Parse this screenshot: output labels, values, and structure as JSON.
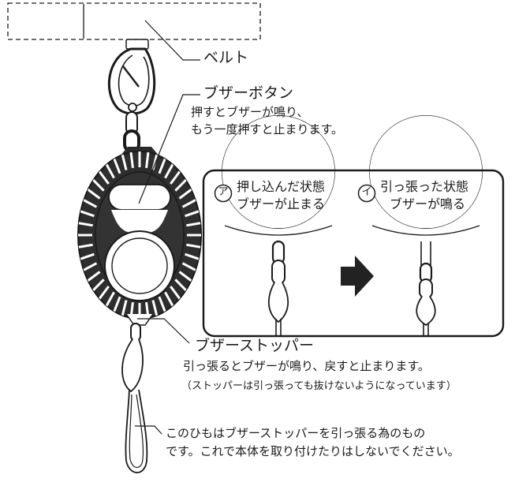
{
  "labels": {
    "belt": "ベルト",
    "buzzer_button": {
      "title": "ブザーボタン",
      "line1": "押すとブザーが鳴り、",
      "line2": "もう一度押すと止まります。"
    },
    "inset": {
      "state_a_mark": "ア",
      "state_a_line1": "押し込んだ状態",
      "state_a_line2": "ブザーが止まる",
      "state_b_mark": "イ",
      "state_b_line1": "引っ張った状態",
      "state_b_line2": "ブザーが鳴る"
    },
    "buzzer_stopper": {
      "title": "ブザーストッパー",
      "line1": "引っ張るとブザーが鳴り、戻すと止まります。",
      "line2": "（ストッパーは引っ張っても抜けないようになっています）"
    },
    "strap": {
      "line1": "このひもはブザーストッパーを引っ張る為のもの",
      "line2": "です。これで本体を取り付けたりはしないでください。"
    }
  },
  "colors": {
    "ink": "#1a1a1a",
    "arrow": "#222222",
    "background": "#ffffff"
  }
}
